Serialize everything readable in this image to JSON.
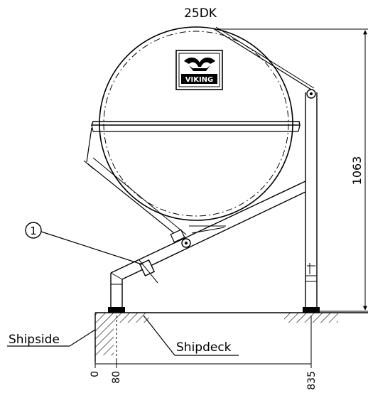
{
  "title": "25DK",
  "dimension_height": "1063",
  "callout_number": "1",
  "label_shipside": "Shipside",
  "label_shipdeck": "Shipdeck",
  "dim_0": "0",
  "dim_80": "80",
  "dim_835": "835",
  "logo_text": "VIKING",
  "colors": {
    "line": "#000000",
    "background": "#ffffff"
  }
}
